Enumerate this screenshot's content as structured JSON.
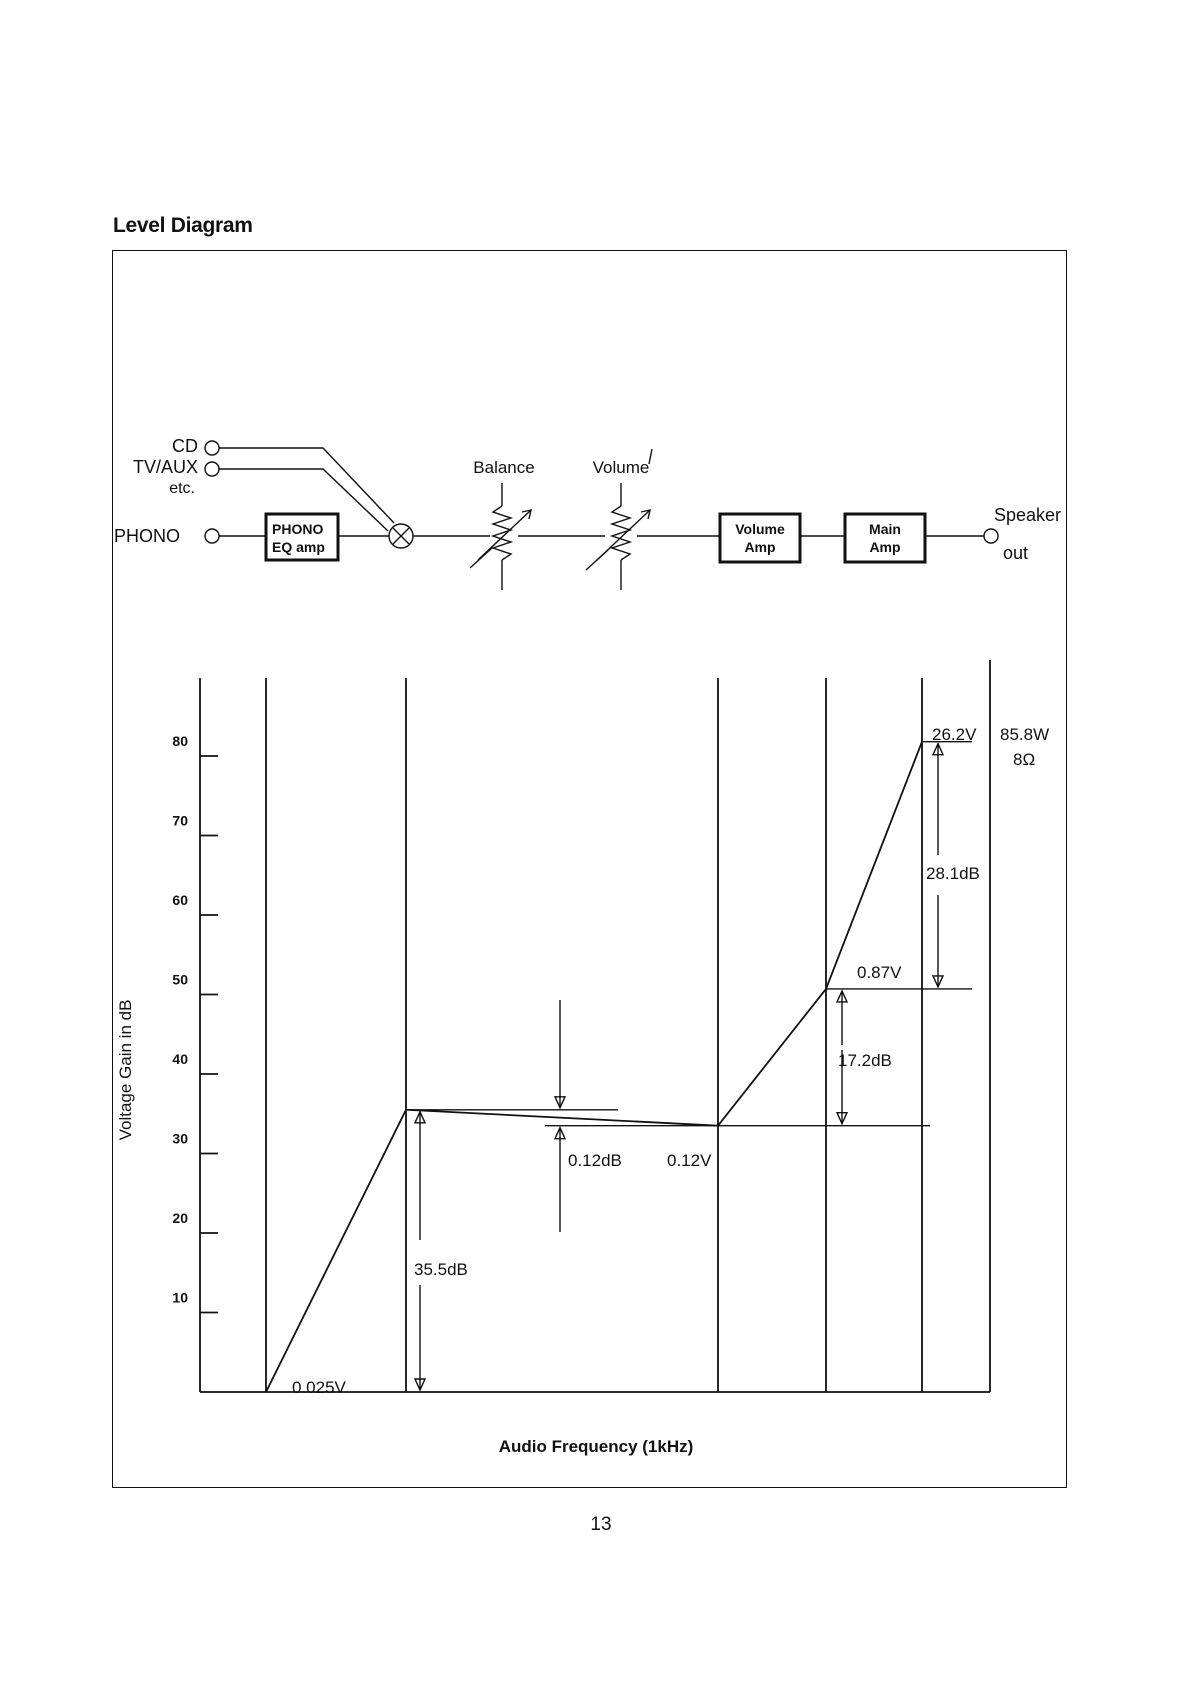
{
  "page": {
    "title": "Level Diagram",
    "page_number": "13"
  },
  "block_diagram": {
    "inputs": {
      "cd": "CD",
      "tv_aux": "TV/AUX",
      "etc": "etc.",
      "phono": "PHONO"
    },
    "phono_eq": {
      "line1": "PHONO",
      "line2": "EQ amp"
    },
    "balance": "Balance",
    "volume": "Volume",
    "volume_amp": {
      "line1": "Volume",
      "line2": "Amp"
    },
    "main_amp": {
      "line1": "Main",
      "line2": "Amp"
    },
    "speaker_out": {
      "line1": "Speaker",
      "line2": "out"
    }
  },
  "chart_data": {
    "type": "line",
    "ylabel": "Voltage Gain in dB",
    "xlabel": "Audio Frequency (1kHz)",
    "yticks": [
      10,
      20,
      30,
      40,
      50,
      60,
      70,
      80
    ],
    "ylim": [
      0,
      90
    ],
    "stages": [
      "input",
      "PHONO EQ amp",
      "Balance / Volume",
      "Volume Amp",
      "Main Amp"
    ],
    "level_points": [
      {
        "stage": 0,
        "db": 0
      },
      {
        "stage": 1,
        "db": 35.5
      },
      {
        "stage": 2,
        "db": 33.5
      },
      {
        "stage": 3,
        "db": 50.7
      },
      {
        "stage": 4,
        "db": 81.8
      }
    ],
    "annotations": {
      "input_voltage": "0.025V",
      "phono_gain": "35.5dB",
      "volume_loss": "0.12dB",
      "line_voltage": "0.12V",
      "volume_amp_gain": "17.2dB",
      "volume_amp_voltage": "0.87V",
      "main_amp_gain": "28.1dB",
      "output_voltage": "26.2V",
      "output_power": "85.8W",
      "load": "8Ω"
    }
  }
}
